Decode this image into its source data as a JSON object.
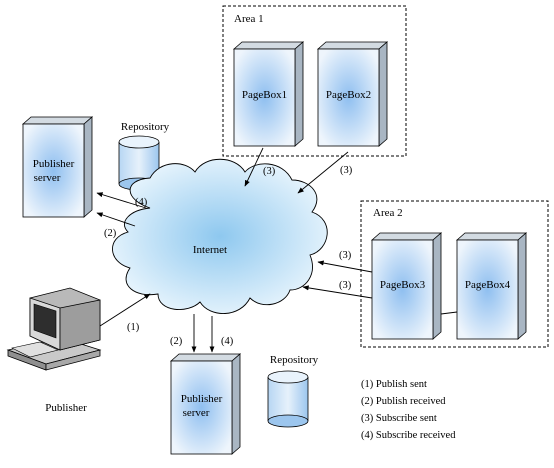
{
  "areas": [
    {
      "id": "area1",
      "label": "Area 1"
    },
    {
      "id": "area2",
      "label": "Area 2"
    }
  ],
  "internet_label": "Internet",
  "pageboxes": [
    {
      "id": "pb1",
      "label": "PageBox1"
    },
    {
      "id": "pb2",
      "label": "PageBox2"
    },
    {
      "id": "pb3",
      "label": "PageBox3"
    },
    {
      "id": "pb4",
      "label": "PageBox4"
    }
  ],
  "publisher_servers": [
    {
      "id": "ps_top",
      "line1": "Publisher",
      "line2": "server"
    },
    {
      "id": "ps_bottom",
      "line1": "Publisher",
      "line2": "server"
    }
  ],
  "repositories": [
    {
      "id": "repo_top",
      "label": "Repository"
    },
    {
      "id": "repo_bottom",
      "label": "Repository"
    }
  ],
  "publisher_label": "Publisher",
  "arrow_labels": {
    "pb1": "(3)",
    "pb2": "(3)",
    "pb3a": "(3)",
    "pb3b": "(3)",
    "ps_top_in": "(4)",
    "ps_top_out": "(2)",
    "publisher": "(1)",
    "ps_bottom_a": "(2)",
    "ps_bottom_b": "(4)"
  },
  "legend": [
    "(1) Publish sent",
    "(2) Publish received",
    "(3) Subscribe sent",
    "(4) Subscribe received"
  ],
  "colors": {
    "box_light": "#e8f2fb",
    "box_mid": "#8fbff0",
    "box_side": "#a9b6c3",
    "box_top": "#d3dbe2",
    "cloud_light": "#eef7fd",
    "cloud_mid": "#9fd3f3",
    "line": "#000000"
  }
}
